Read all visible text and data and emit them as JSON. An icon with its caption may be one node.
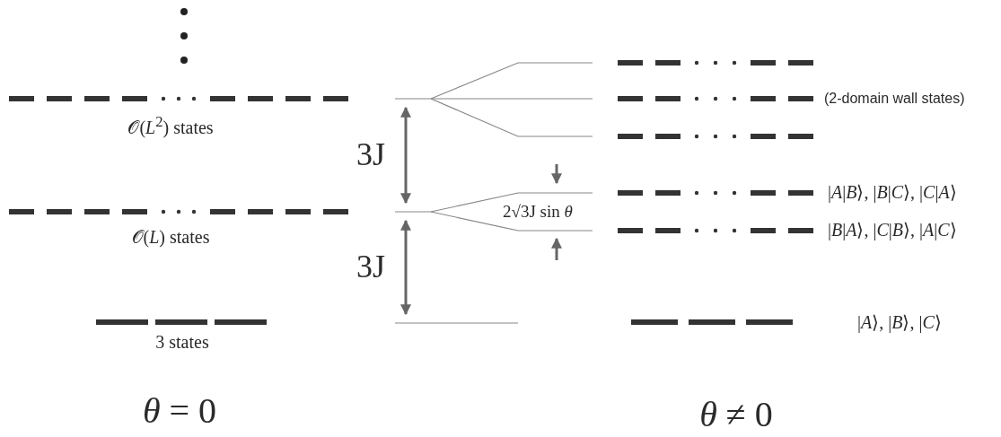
{
  "diagram": {
    "labels": [
      "𝒪(*L*$^{2}$) states",
      "(2-domain wall states)",
      "3J",
      "|*A*|*B*⟩, |*B*|*C*⟩, |*C*|*A*⟩",
      "2√3J sin *θ*",
      "𝒪(*L*) states",
      "|*B*|*A*⟩, |*C*|*B*⟩, |*A*|*C*⟩",
      "3J",
      "3 states",
      "|*A*⟩, |*B*⟩, |*C*⟩",
      "*θ* = 0",
      "*θ* ≠ 0"
    ]
  }
}
